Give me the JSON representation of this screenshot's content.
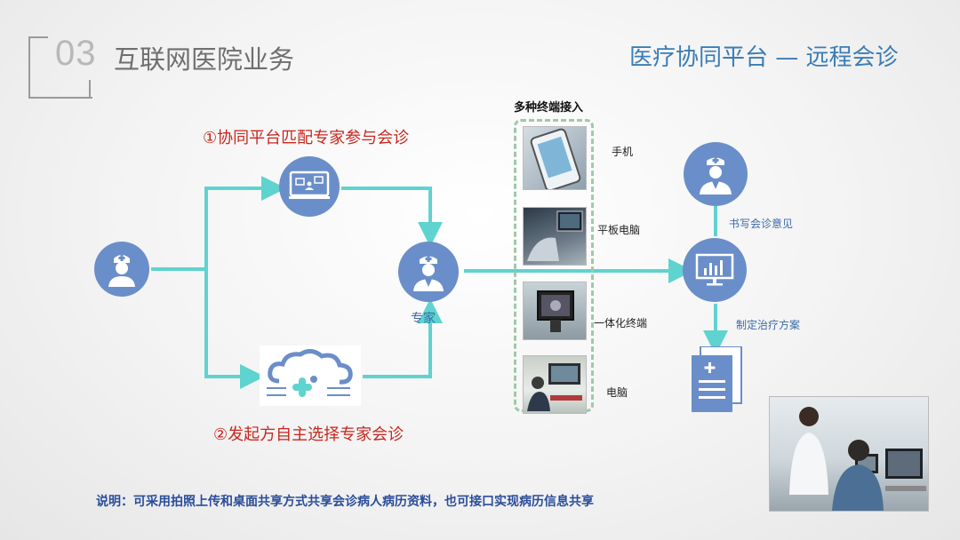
{
  "header": {
    "number": "03",
    "title": "互联网医院业务",
    "subtitle": "医疗协同平台 — 远程会诊"
  },
  "flow": {
    "route1_label": "①协同平台匹配专家参与会诊",
    "route2_label": "②发起方自主选择专家会诊",
    "expert_label": "专家",
    "terminals_title": "多种终端接入",
    "terminals": [
      "手机",
      "平板电脑",
      "一体化终端",
      "电脑"
    ],
    "write_opinion": "书写会诊意见",
    "treatment_plan": "制定治疗方案"
  },
  "note": "说明：可采用拍照上传和桌面共享方式共享会诊病人病历资料，也可接口实现病历信息共享",
  "colors": {
    "arrow": "#5fd3cf",
    "circle": "#6a8ec9",
    "dashed_border": "#9fc9a8",
    "accent_red": "#c8261d",
    "subtitle_blue": "#3a7db5"
  }
}
